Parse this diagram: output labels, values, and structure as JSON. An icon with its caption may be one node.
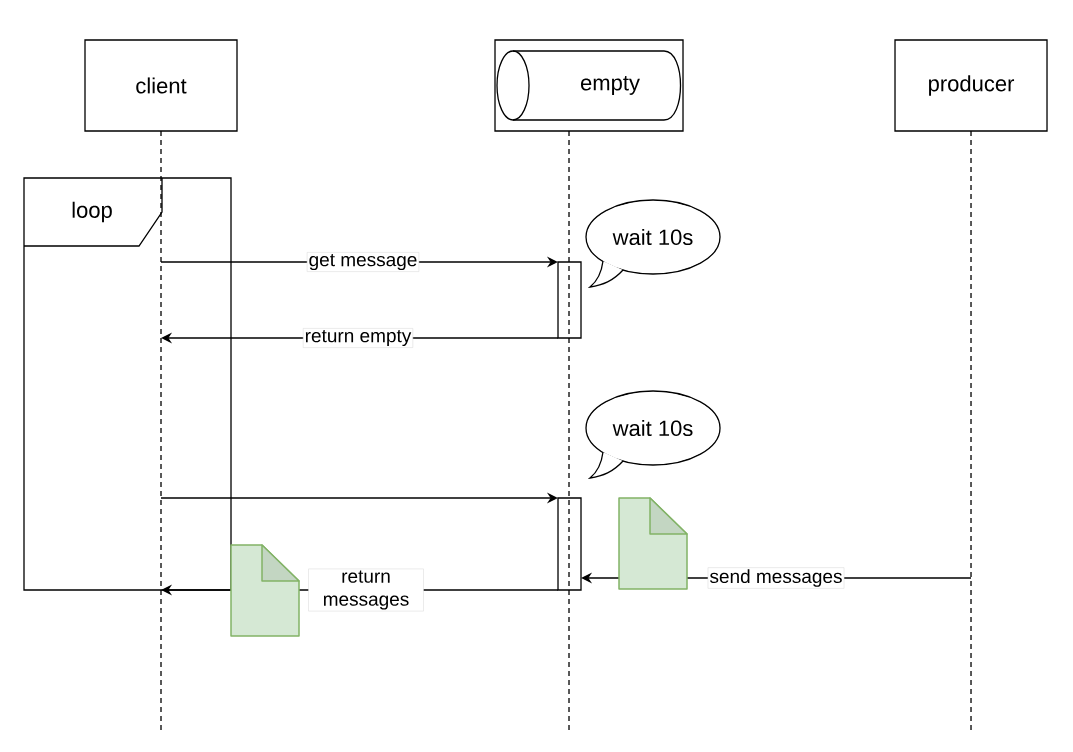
{
  "diagram": {
    "nodes": [
      {
        "text": [
          "client"
        ]
      },
      {
        "text": [
          "empty"
        ]
      },
      {
        "text": [
          "producer"
        ]
      },
      {
        "text": [
          "loop"
        ]
      },
      {
        "text": [],
        "shape": "bar"
      },
      {
        "text": [],
        "shape": "bar"
      },
      {
        "text": [
          "wait 10s"
        ]
      },
      {
        "text": [
          "wait 10s"
        ]
      }
    ],
    "edges": [
      {
        "from": 0,
        "to": null,
        "arrow": "none",
        "style": "dashed"
      },
      {
        "from": 1,
        "to": null,
        "arrow": "none",
        "style": "dashed"
      },
      {
        "from": 2,
        "to": null,
        "arrow": "none",
        "style": "dashed"
      },
      {
        "from": 3,
        "to": 4,
        "arrow": "to",
        "label": "get message"
      },
      {
        "from": 4,
        "to": 3,
        "arrow": "to",
        "label": "return empty"
      },
      {
        "from": 3,
        "to": 5,
        "arrow": "to"
      },
      {
        "from": 5,
        "to": 3,
        "arrow": "to",
        "label": "return messages"
      },
      {
        "from": null,
        "to": 5,
        "arrow": "to",
        "label": "send messages"
      }
    ]
  }
}
